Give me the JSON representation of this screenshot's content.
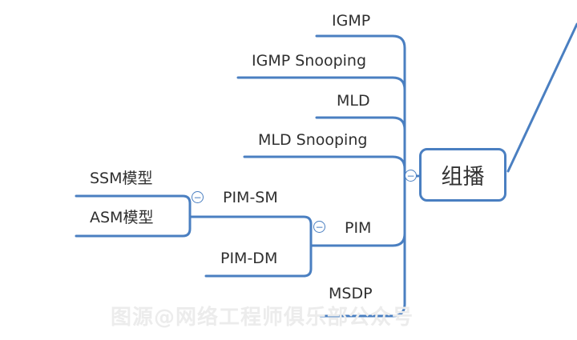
{
  "root": {
    "label": "组播"
  },
  "branches": {
    "igmp": "IGMP",
    "igmp_snooping": "IGMP Snooping",
    "mld": "MLD",
    "mld_snooping": "MLD Snooping",
    "pim": "PIM",
    "pim_sm": "PIM-SM",
    "pim_dm": "PIM-DM",
    "ssm": "SSM模型",
    "asm": "ASM模型",
    "msdp": "MSDP"
  },
  "toggle_symbol": "−",
  "watermark": "图源@网络工程师俱乐部公众号",
  "colors": {
    "line": "#4a7fc1",
    "text": "#2f2f2f",
    "watermark": "#ececec"
  }
}
